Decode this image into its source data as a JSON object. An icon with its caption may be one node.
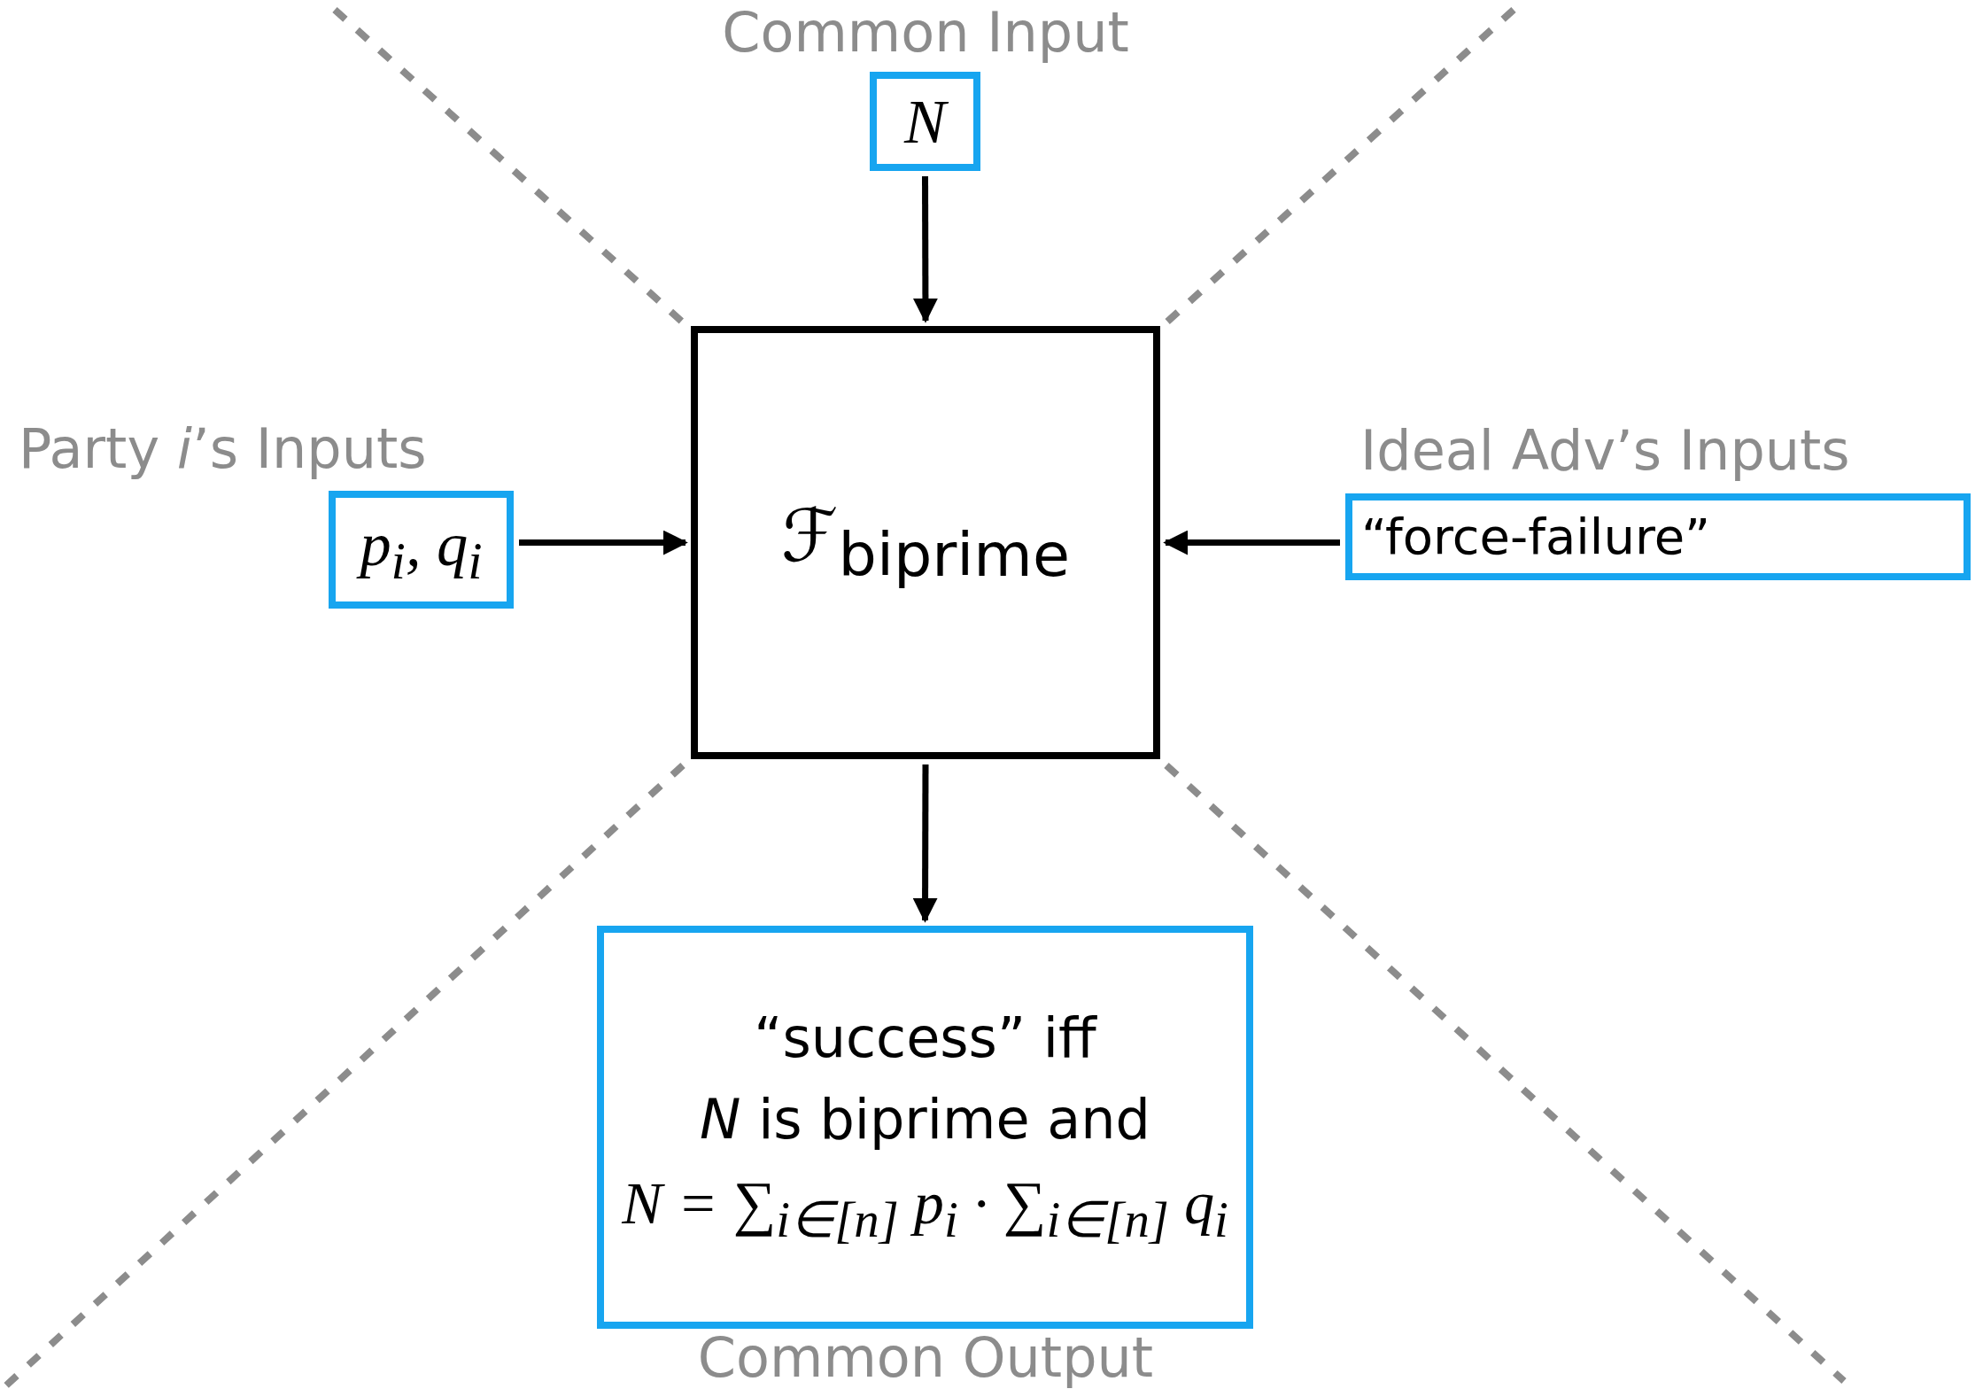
{
  "diagram": {
    "nodes": [
      {
        "text": [
          "Common Input",
          "N"
        ]
      },
      {
        "text": [
          "ℱ$_{biprime}$"
        ]
      },
      {
        "text": [
          "Party *i*’s Inputs",
          "p$_{i}$, q$_{i}$"
        ]
      },
      {
        "text": [
          "Ideal Adv’s Inputs",
          "“force-failure”"
        ]
      },
      {
        "text": [
          "“success” iff",
          "*N* is biprime and",
          "N = ∑$_{i∈[n]}$ p$_{i}$ · ∑$_{i∈[n]}$ q$_{i}$",
          "Common Output"
        ]
      }
    ],
    "edges": [
      {
        "from": 0,
        "to": 1,
        "arrow": "to"
      },
      {
        "from": 2,
        "to": 1,
        "arrow": "to"
      },
      {
        "from": 3,
        "to": 1,
        "arrow": "to"
      },
      {
        "from": 1,
        "to": 4,
        "arrow": "to"
      }
    ]
  }
}
